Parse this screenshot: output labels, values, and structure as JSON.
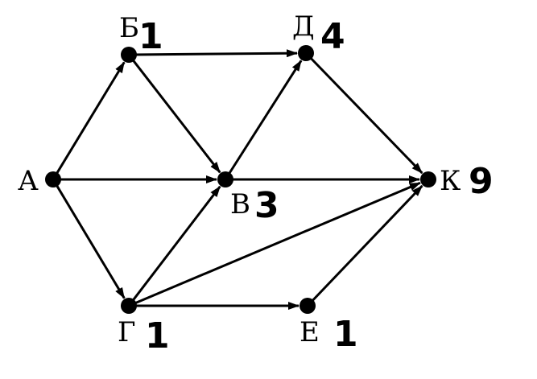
{
  "nodes": {
    "A": {
      "label": "А",
      "count": ""
    },
    "B": {
      "label": "Б",
      "count": "1"
    },
    "D": {
      "label": "Д",
      "count": "4"
    },
    "V": {
      "label": "В",
      "count": "3"
    },
    "K": {
      "label": "К",
      "count": "9"
    },
    "G": {
      "label": "Г",
      "count": "1"
    },
    "E": {
      "label": "Е",
      "count": "1"
    }
  },
  "edges": [
    {
      "from": "A",
      "to": "B"
    },
    {
      "from": "A",
      "to": "V"
    },
    {
      "from": "A",
      "to": "G"
    },
    {
      "from": "B",
      "to": "D"
    },
    {
      "from": "B",
      "to": "V"
    },
    {
      "from": "V",
      "to": "D"
    },
    {
      "from": "V",
      "to": "K"
    },
    {
      "from": "D",
      "to": "K"
    },
    {
      "from": "G",
      "to": "V"
    },
    {
      "from": "G",
      "to": "K"
    },
    {
      "from": "G",
      "to": "E"
    },
    {
      "from": "E",
      "to": "K"
    }
  ]
}
